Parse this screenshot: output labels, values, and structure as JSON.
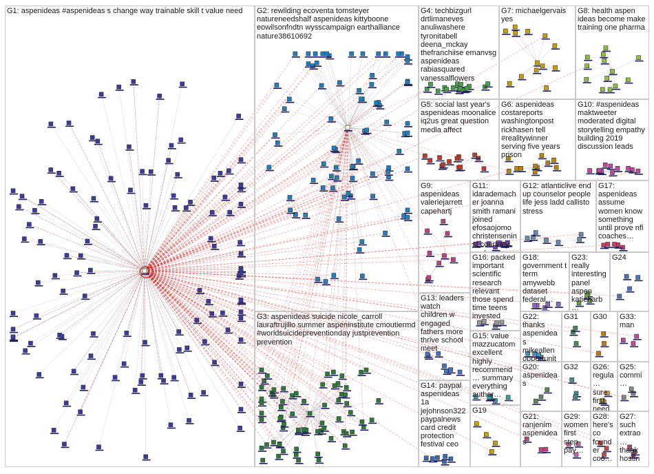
{
  "groups": [
    {
      "id": "G1",
      "label": "G1: aspenideas #aspenideas s change way trainable skill t value need",
      "color": "#3a3aa0"
    },
    {
      "id": "G2",
      "label": "G2: rewilding ecoventa tomsteyer natureneedshalf aspenideas kittyboone eowilsonfndtn wysscampaign earthalliance nature38610692",
      "color": "#1f7fbf"
    },
    {
      "id": "G3",
      "label": "G3: aspenideas suicide nicole_carroll lauraftrujillo summer aspeninstitute cmoutiermd #worldsuicidepreventionday justprevention prevention",
      "color": "#2a7a3a"
    },
    {
      "id": "G4",
      "label": "G4: techbizgurl drtlimaneves anuliwashere tyronitabell deena_mckay thefranchiise emanvsg aspenideas rabiasquared vanessalflowers",
      "color": "#4aa04a"
    },
    {
      "id": "G5",
      "label": "G5: social last year's aspenideas moonalice iq2us great question media affect",
      "color": "#c0392b"
    },
    {
      "id": "G6",
      "label": "G6: aspenideas costareports washingtonpost rickhasen tell #realitywinner serving five years prison",
      "color": "#b8860b"
    },
    {
      "id": "G7",
      "label": "G7: michaelgervais yes",
      "color": "#c8a000"
    },
    {
      "id": "G8",
      "label": "G8: health aspen ideas become make training one pharma",
      "color": "#8fbf3f"
    },
    {
      "id": "G9",
      "label": "G9: aspenideas valeriejarrett capehartj",
      "color": "#c04080"
    },
    {
      "id": "G10",
      "label": "G10: #aspenideas maktweeter moderated digital storytelling empathy building 2019 discussion leads",
      "color": "#c04a9a"
    },
    {
      "id": "G11",
      "label": "G11: idarademacher joanna smith ramani joined efosaojomo christenseninst courtney eccles…",
      "color": "#7a4ab0"
    },
    {
      "id": "G12",
      "label": "G12: atlanticlive end up counselor people life jess ladd callisto stress",
      "color": "#6a8ab0"
    },
    {
      "id": "G13",
      "label": "G13: leaders watch children w engaged fathers more thrive school meet",
      "color": "#4a70c0"
    },
    {
      "id": "G14",
      "label": "G14: paypal aspenideas 1a jejohnson322 paypalnews card credit protection festival ceo",
      "color": "#3a6ab0"
    },
    {
      "id": "G15",
      "label": "G15: value mazzucatom excellent highly recommend… summary everything author…",
      "color": "#3aa0a0"
    },
    {
      "id": "G16",
      "label": "G16: packed important scientific research relevant those spend time teens invested",
      "color": "#9a9a9a"
    },
    {
      "id": "G17",
      "label": "G17: aspenideas assume women know something until prove nfl coaches…",
      "color": "#c0406a"
    },
    {
      "id": "G18",
      "label": "G18: government t term amywebb dataset federal…",
      "color": "#8a6ac0"
    },
    {
      "id": "G19",
      "label": "G19",
      "color": "#c8a000"
    },
    {
      "id": "G20",
      "label": "G20: aspenideas",
      "color": "#5a8a5a"
    },
    {
      "id": "G21",
      "label": "G21: ranjenim aspenideas",
      "color": "#c04080"
    },
    {
      "id": "G22",
      "label": "G22: thanks aspenideas mikeallen opportunit…",
      "color": "#4a90c0"
    },
    {
      "id": "G23",
      "label": "G23: really interesting panel aspen katieharb…",
      "color": "#6aa04a"
    },
    {
      "id": "G24",
      "label": "G24",
      "color": "#4a70c0"
    },
    {
      "id": "G25",
      "label": "G25: commi…",
      "color": "#8a8a8a"
    },
    {
      "id": "G26",
      "label": "G26: regula… sure first need…",
      "color": "#c0a04a"
    },
    {
      "id": "G27",
      "label": "G27: such extrao… thank hostin…",
      "color": "#a04a70"
    },
    {
      "id": "G28",
      "label": "G28: here's co founder coo…",
      "color": "#c04a4a"
    },
    {
      "id": "G29",
      "label": "G29: women first step pay…",
      "color": "#c06a9a"
    },
    {
      "id": "G30",
      "label": "G30",
      "color": "#c87a00"
    },
    {
      "id": "G31",
      "label": "G31",
      "color": "#4a8a4a"
    },
    {
      "id": "G32",
      "label": "G32",
      "color": "#4a8a8a"
    },
    {
      "id": "G33",
      "label": "G33: man",
      "color": "#c04a9a"
    }
  ],
  "colors": {
    "edge_gray": "#bfbfbf",
    "edge_red": "#e02020",
    "panel_border": "#c9c9c9",
    "node_border": "#555555"
  }
}
